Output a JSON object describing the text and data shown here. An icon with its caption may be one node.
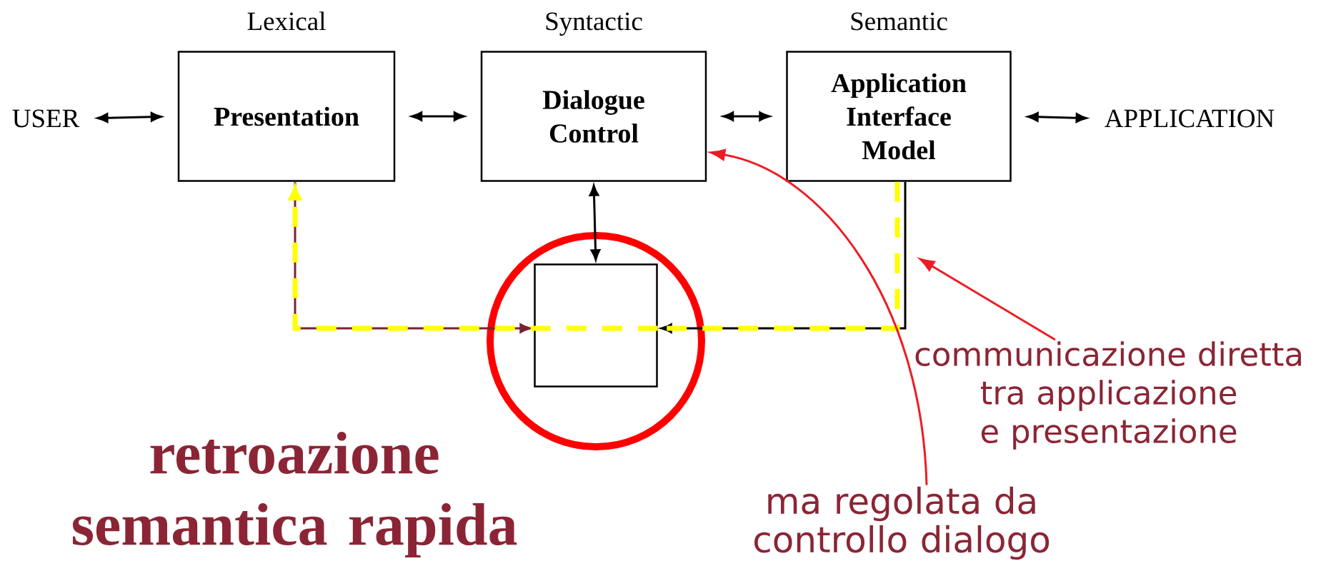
{
  "diagram": {
    "nodes": [
      {
        "text": [
          "USER"
        ]
      },
      {
        "text": [
          "Lexical",
          "Presentation"
        ]
      },
      {
        "text": [
          "Syntactic",
          "Dialogue Control"
        ]
      },
      {
        "text": [
          "Semantic",
          "Application Interface Model"
        ]
      },
      {
        "text": [
          "APPLICATION"
        ]
      },
      {
        "text": [],
        "shape": "box"
      },
      {
        "text": [
          "communicazione diretta tra applicazione e presentazione"
        ]
      },
      {
        "text": [
          "ma regolata da controllo dialogo"
        ]
      }
    ],
    "edges": [
      {
        "from": 0,
        "to": 1,
        "arrow": "both"
      },
      {
        "from": 1,
        "to": 2,
        "arrow": "both"
      },
      {
        "from": 2,
        "to": 3,
        "arrow": "both"
      },
      {
        "from": 3,
        "to": 4,
        "arrow": "both"
      },
      {
        "from": 2,
        "to": 5,
        "arrow": "both"
      },
      {
        "from": 3,
        "to": 5,
        "arrow": "to"
      },
      {
        "from": 1,
        "to": 5,
        "arrow": "to",
        "color": "#7b2232"
      },
      {
        "from": 3,
        "to": 5,
        "arrow": "none",
        "style": "dashed",
        "color": "#ffff00"
      },
      {
        "from": 5,
        "to": 1,
        "arrow": "to",
        "style": "dashed",
        "color": "#ffff00"
      },
      {
        "from": 6,
        "to": null,
        "arrow": "to",
        "color": "#ed1c24"
      },
      {
        "from": 7,
        "to": 2,
        "arrow": "to",
        "color": "#ed1c24"
      }
    ],
    "labels": [
      "retroazione semantica rapida"
    ]
  }
}
